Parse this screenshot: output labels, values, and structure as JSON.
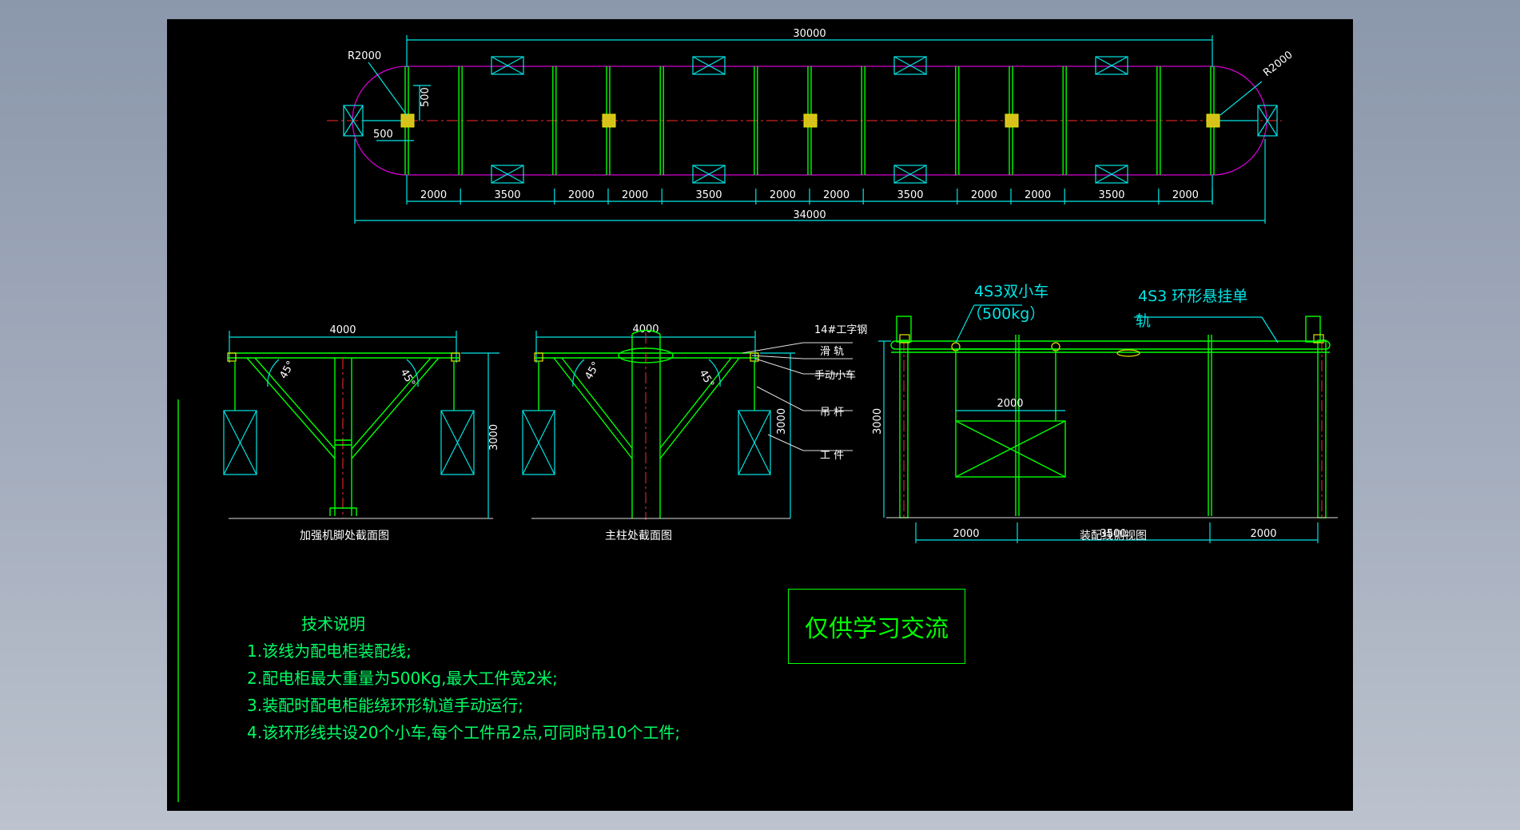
{
  "plan": {
    "overall_length": "30000",
    "total_length": "34000",
    "radius_left": "R2000",
    "radius_right": "R2000",
    "offset_v": "500",
    "offset_h": "500",
    "segments": [
      "2000",
      "3500",
      "2000",
      "2000",
      "3500",
      "2000",
      "2000",
      "3500",
      "2000",
      "2000",
      "3500",
      "2000"
    ]
  },
  "sections": {
    "left": {
      "title": "加强机脚处截面图",
      "width": "4000",
      "height": "3000",
      "angle_left": "45°",
      "angle_right": "45°"
    },
    "middle": {
      "title": "主柱处截面图",
      "width": "4000",
      "height": "3000",
      "angle_left": "45°",
      "angle_right": "45°",
      "callouts": [
        "14#工字钢",
        "滑 轨",
        "手动小车",
        "吊 杆",
        "工 件"
      ]
    },
    "side": {
      "title": "装配线侧视图",
      "callout1_line1": "4S3双小车",
      "callout1_line2": "（500kg）",
      "callout2_line1": "4S3 环形悬挂单",
      "callout2_line2": "轨",
      "height": "3000",
      "work_width": "2000",
      "bottom_dims": [
        "2000",
        "3500",
        "2000"
      ]
    }
  },
  "notes": {
    "heading": "技术说明",
    "items": [
      "1.该线为配电柜装配线;",
      "2.配电柜最大重量为500Kg,最大工件宽2米;",
      "3.装配时配电柜能绕环形轨道手动运行;",
      "4.该环形线共设20个小车,每个工件吊2点,可同时吊10个工件;"
    ]
  },
  "watermark": "仅供学习交流"
}
